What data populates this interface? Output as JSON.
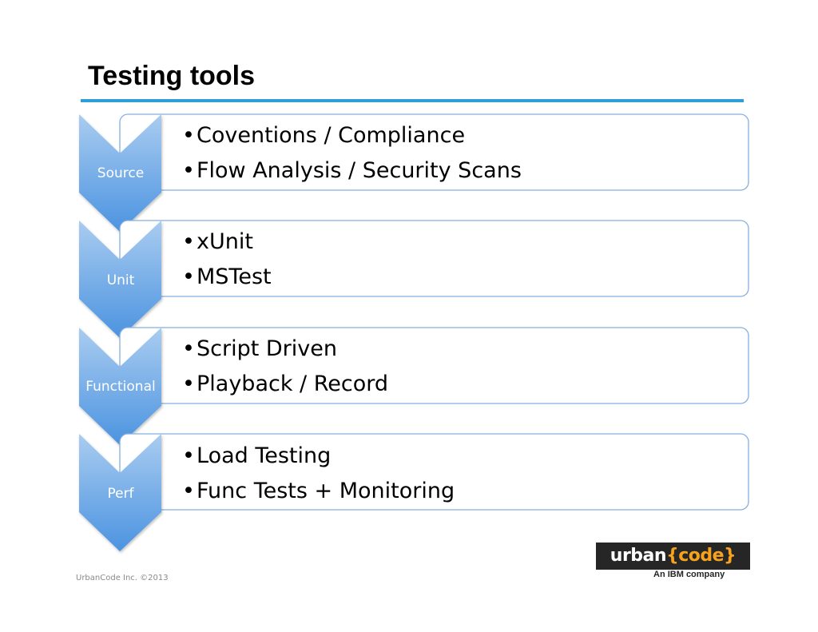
{
  "slide": {
    "title": "Testing tools",
    "footer": "UrbanCode Inc. ©2013"
  },
  "rows": [
    {
      "label": "Source",
      "bullets": [
        "Coventions / Compliance",
        "Flow Analysis / Security Scans"
      ]
    },
    {
      "label": "Unit",
      "bullets": [
        "xUnit",
        "MSTest"
      ]
    },
    {
      "label": "Functional",
      "bullets": [
        "Script Driven",
        "Playback / Record"
      ]
    },
    {
      "label": "Perf",
      "bullets": [
        "Load Testing",
        "Func Tests + Monitoring"
      ]
    }
  ],
  "logo": {
    "word_a": "urban",
    "word_b": "{code}",
    "tagline": "An IBM company"
  },
  "colors": {
    "accent": "#2e9fd6",
    "chevron_top": "#a9ccf0",
    "chevron_bottom": "#4b93e0",
    "box_border": "#86aee0"
  }
}
